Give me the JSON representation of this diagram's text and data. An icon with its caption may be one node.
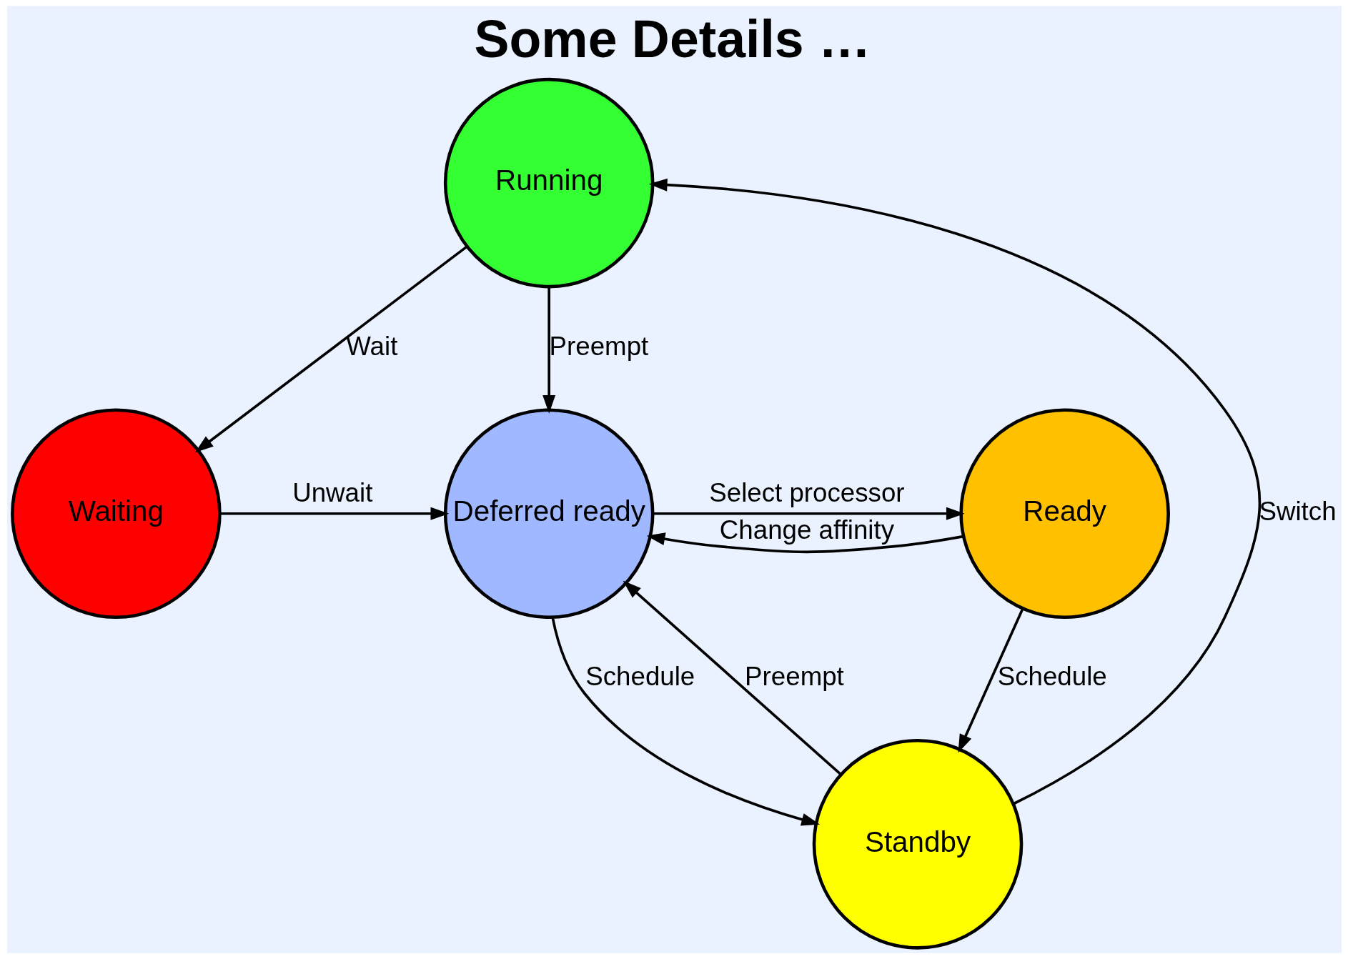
{
  "diagram": {
    "title": "Some Details …",
    "nodes": [
      {
        "text": [
          "Running"
        ]
      },
      {
        "text": [
          "Standby"
        ]
      },
      {
        "text": [
          "Waiting"
        ]
      },
      {
        "text": [
          "Deferred ready"
        ]
      },
      {
        "text": [
          "Ready"
        ]
      }
    ],
    "edges": [
      {
        "from": 0,
        "to": 2,
        "arrow": "to",
        "label": "Wait"
      },
      {
        "from": 0,
        "to": 3,
        "arrow": "to",
        "label": "Preempt"
      },
      {
        "from": 1,
        "to": 0,
        "arrow": "to",
        "label": "Switch"
      },
      {
        "from": 1,
        "to": 3,
        "arrow": "to",
        "label": "Preempt"
      },
      {
        "from": 3,
        "to": 1,
        "arrow": "to",
        "label": "Schedule"
      },
      {
        "from": 4,
        "to": 1,
        "arrow": "to",
        "label": "Schedule"
      },
      {
        "from": 2,
        "to": 3,
        "arrow": "to",
        "label": "Unwait"
      },
      {
        "from": 4,
        "to": 3,
        "arrow": "to",
        "label": "Change affinity"
      },
      {
        "from": 3,
        "to": 4,
        "arrow": "to",
        "label": "Select processor"
      }
    ]
  }
}
